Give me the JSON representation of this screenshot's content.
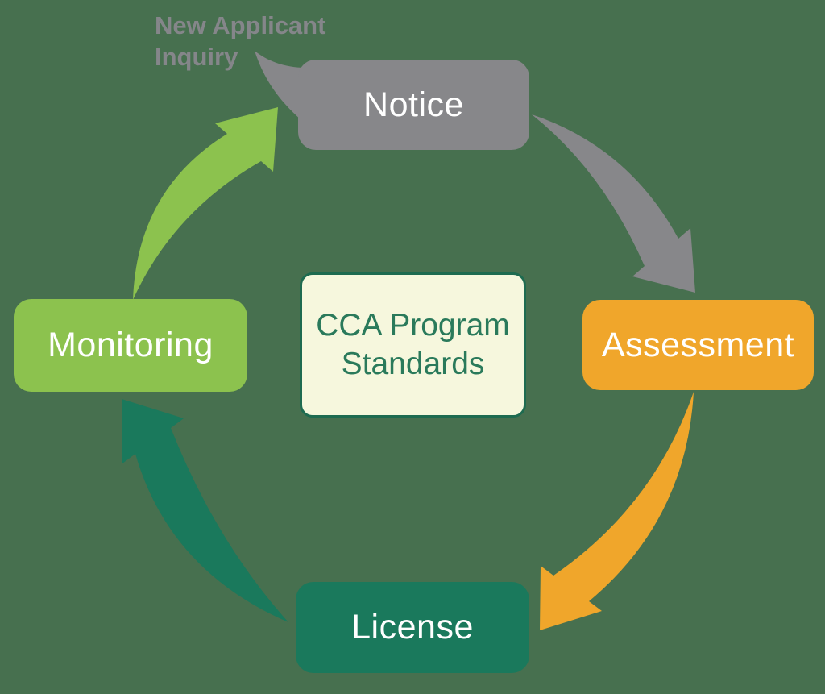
{
  "colors": {
    "background": "#47704F",
    "gray": "#87878A",
    "orange": "#F0A62B",
    "dark_green": "#1A795C",
    "light_green": "#8CC24E",
    "cream": "#F6F7DD",
    "center_border": "#1E6B50",
    "center_text": "#2A7A5B",
    "annotation_text": "#85868A",
    "node_label_text": "#FFFFFF"
  },
  "annotation": {
    "text": "New Applicant Inquiry"
  },
  "center": {
    "label": "CCA Program Standards"
  },
  "nodes": {
    "notice": {
      "label": "Notice"
    },
    "assessment": {
      "label": "Assessment"
    },
    "license": {
      "label": "License"
    },
    "monitoring": {
      "label": "Monitoring"
    }
  },
  "arrows": [
    {
      "name": "notice-to-assessment",
      "from": "Notice",
      "to": "Assessment",
      "color_key": "gray"
    },
    {
      "name": "assessment-to-license",
      "from": "Assessment",
      "to": "License",
      "color_key": "orange"
    },
    {
      "name": "license-to-monitoring",
      "from": "License",
      "to": "Monitoring",
      "color_key": "dark_green"
    },
    {
      "name": "monitoring-to-notice",
      "from": "Monitoring",
      "to": "Notice",
      "color_key": "light_green"
    },
    {
      "name": "inquiry-bubble-tail",
      "from": "Notice",
      "to": "New Applicant Inquiry",
      "color_key": "gray"
    }
  ]
}
